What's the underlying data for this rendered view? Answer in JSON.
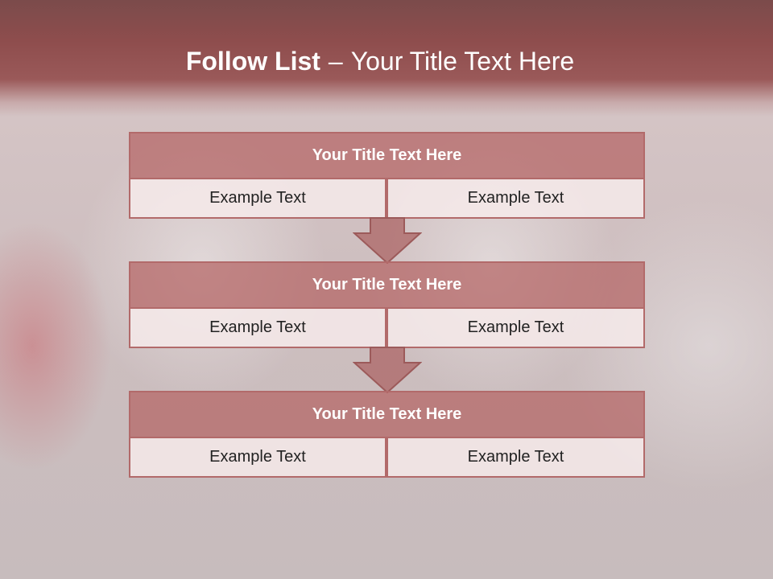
{
  "slide": {
    "title_bold": "Follow List",
    "title_separator": "–",
    "title_rest": "Your Title Text Here"
  },
  "blocks": [
    {
      "title": "Your Title Text Here",
      "left_text": "Example Text",
      "right_text": "Example Text"
    },
    {
      "title": "Your Title Text Here",
      "left_text": "Example Text",
      "right_text": "Example Text"
    },
    {
      "title": "Your Title Text Here",
      "left_text": "Example Text",
      "right_text": "Example Text"
    }
  ],
  "colors": {
    "header_band": "#8e4d4d",
    "block_title_fill": "#b46464",
    "block_border": "#b26a6a",
    "cell_fill": "#f6eaea",
    "arrow_fill": "#b07070"
  },
  "icons": [
    "down-arrow-icon"
  ]
}
